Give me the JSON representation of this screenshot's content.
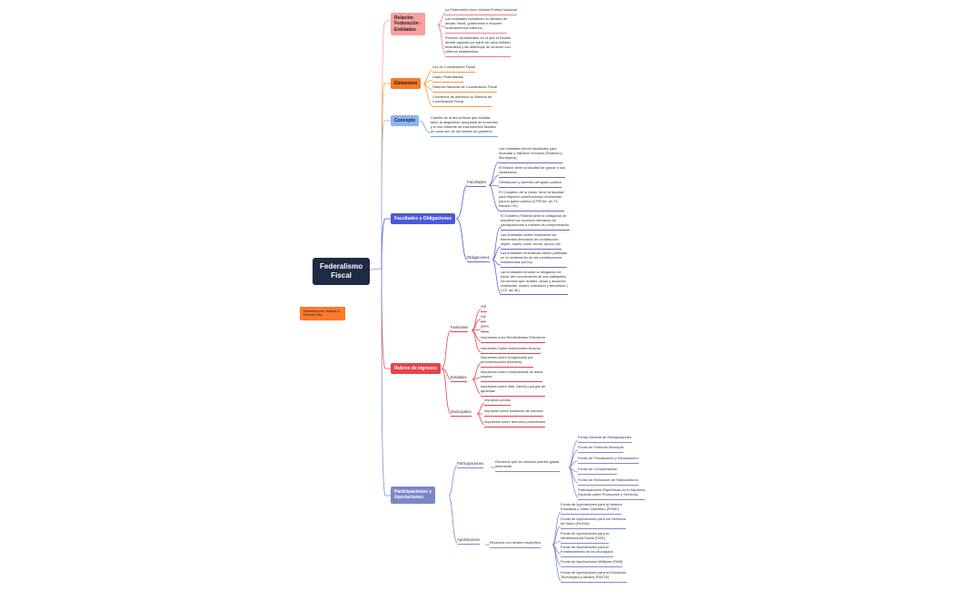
{
  "root": {
    "line1": "Federalismo",
    "line2": "Fiscal"
  },
  "credit": {
    "line1": "Elaborado por: Marcos A.,",
    "line2": "Roberto Rea"
  },
  "relacion": {
    "line1": "Relación",
    "line2": "Federación -",
    "line3": "Entidades",
    "items": [
      [
        "La Federación como Unidad Política Nacional"
      ],
      [
        "Las entidades mantienen su libertad de",
        "decidir, fiscal, gobernarse e imponer",
        "ordenamientos internos."
      ],
      [
        "Proceso centralizador en la que el Estado",
        "decide algunas por parte de cada entidad",
        "federativa y las distribuye de acuerdo con",
        "criterios establecidos."
      ]
    ]
  },
  "elementos": {
    "label": "Elementos",
    "items": [
      [
        "Ley de Coordinación Fiscal"
      ],
      [
        "Gasto Federalizado"
      ],
      [
        "Sistema Nacional de Coordinación Fiscal"
      ],
      [
        "Convenios de adhesión al Sistema de",
        "Coordinación Fiscal"
      ]
    ]
  },
  "concepto": {
    "label": "Concepto",
    "items": [
      [
        "Cambio de la teoría fiscal que estudia,",
        "tanto la asignación apropiada de funciones",
        "y el uso eficiente de instrumentos fiscales",
        "en cada uno de los niveles de gobierno"
      ]
    ]
  },
  "facultades": {
    "label": "Facultades y Obligaciones",
    "groups": [
      {
        "label": "Facultades",
        "items": [
          [
            "Las entidades tienen facultades para",
            "recaudar y distribuir recursos (Estados y",
            "Municipios)"
          ],
          [
            "El Estado tiene la facultad de gravar a sus",
            "ciudadanos"
          ],
          [
            "Distribución y ejercicio del gasto público"
          ],
          [
            "El Congreso de la Unión, tiene la facultad",
            "para imponer contribuciones necesarias",
            "para el gasto público (CPEUM, art 73,",
            "fracción VII)"
          ]
        ]
      },
      {
        "label": "Obligaciones",
        "items": [
          [
            "El Gobierno Federal tiene la obligación de",
            "transferir los recursos derivados de",
            "participaciones a manera de compensación."
          ],
          [
            "Las entidades deben establecer los",
            "elementos derivados de contribución:",
            "objeto, sujeto, base, forma, época, etc."
          ],
          [
            "Las entidades federativas deben participar",
            "en el rendimiento de las contribuciones",
            "establecidas por ley."
          ],
          [
            "Las entidades tendrán la obligación de",
            "hacer del conocimiento de sus habitantes,",
            "los montos que reciben, obras y acciones",
            "realizadas, costos, ubicación y beneficios (",
            "LCF, art 46 )"
          ]
        ]
      }
    ]
  },
  "rubros": {
    "label": "Rubros de ingresos",
    "groups": [
      {
        "label": "Federales",
        "items": [
          [
            "ISR"
          ],
          [
            "IVA"
          ],
          [
            "IEPS"
          ],
          [
            "Impuestos a los Rendimientos Petroleros"
          ],
          [
            "Impuestos Sobre Automóviles Nuevos"
          ]
        ]
      },
      {
        "label": "Estatales",
        "items": [
          [
            "Impuestos sobre erogaciones por",
            "remuneraciones (Nómina)"
          ],
          [
            "Impuestos sobre compraventa de autos",
            "usados"
          ],
          [
            "Impuestos sobre rifas, lotería y juegos de",
            "apuestas"
          ]
        ]
      },
      {
        "label": "Municipales",
        "items": [
          [
            "Impuesto predial"
          ],
          [
            "Impuesto sobre traslación de dominio"
          ],
          [
            "Impuestos sobre anuncios publicitarios"
          ]
        ]
      }
    ]
  },
  "participaciones": {
    "line1": "Participaciones y",
    "line2": "Aportaciones",
    "groups": [
      {
        "label": "Participaciones",
        "detail": [
          "Recursos que los estados pueden gastar",
          "libremente"
        ],
        "items": [
          [
            "Fondo General de Participaciones"
          ],
          [
            "Fondo de Fomento Municipal"
          ],
          [
            "Fondo de Fiscalización y Recaudación"
          ],
          [
            "Fondo de Compensación"
          ],
          [
            "Fondo de Extracción de Hidrocarburos"
          ],
          [
            "Participaciones Específicas en el Impuesto",
            "Especial sobre Producción y Servicios"
          ]
        ]
      },
      {
        "label": "Aportaciones",
        "detail": [
          "Recursos con destino específico"
        ],
        "items": [
          [
            "Fondo de Aportaciones para la Nómina",
            "Educativa y Gasto Operativo (FONE)"
          ],
          [
            "Fondo de Aportaciones para los Servicios",
            "de Salud (FASSA)"
          ],
          [
            "Fondo de Aportaciones para la",
            "Infraestructura Social (FAIS)"
          ],
          [
            "Fondo de Aportaciones para el",
            "Fortalecimiento de los Municipios"
          ],
          [
            "Fondo de Aportaciones Múltiples (FAM)"
          ],
          [
            "Fondo de Aportaciones para la Educación,",
            "Tecnológica y Adultos (FAETA)"
          ]
        ]
      }
    ]
  },
  "colors": {
    "relacion": "#f8a0a0",
    "elementos": "#f47a2a",
    "concepto": "#8ab4f8",
    "facultades": "#4a5ad8",
    "rubros": "#e8434a",
    "participaciones": "#7b86c8",
    "root": "#1f2a44",
    "credit": "#ff7a2b"
  }
}
